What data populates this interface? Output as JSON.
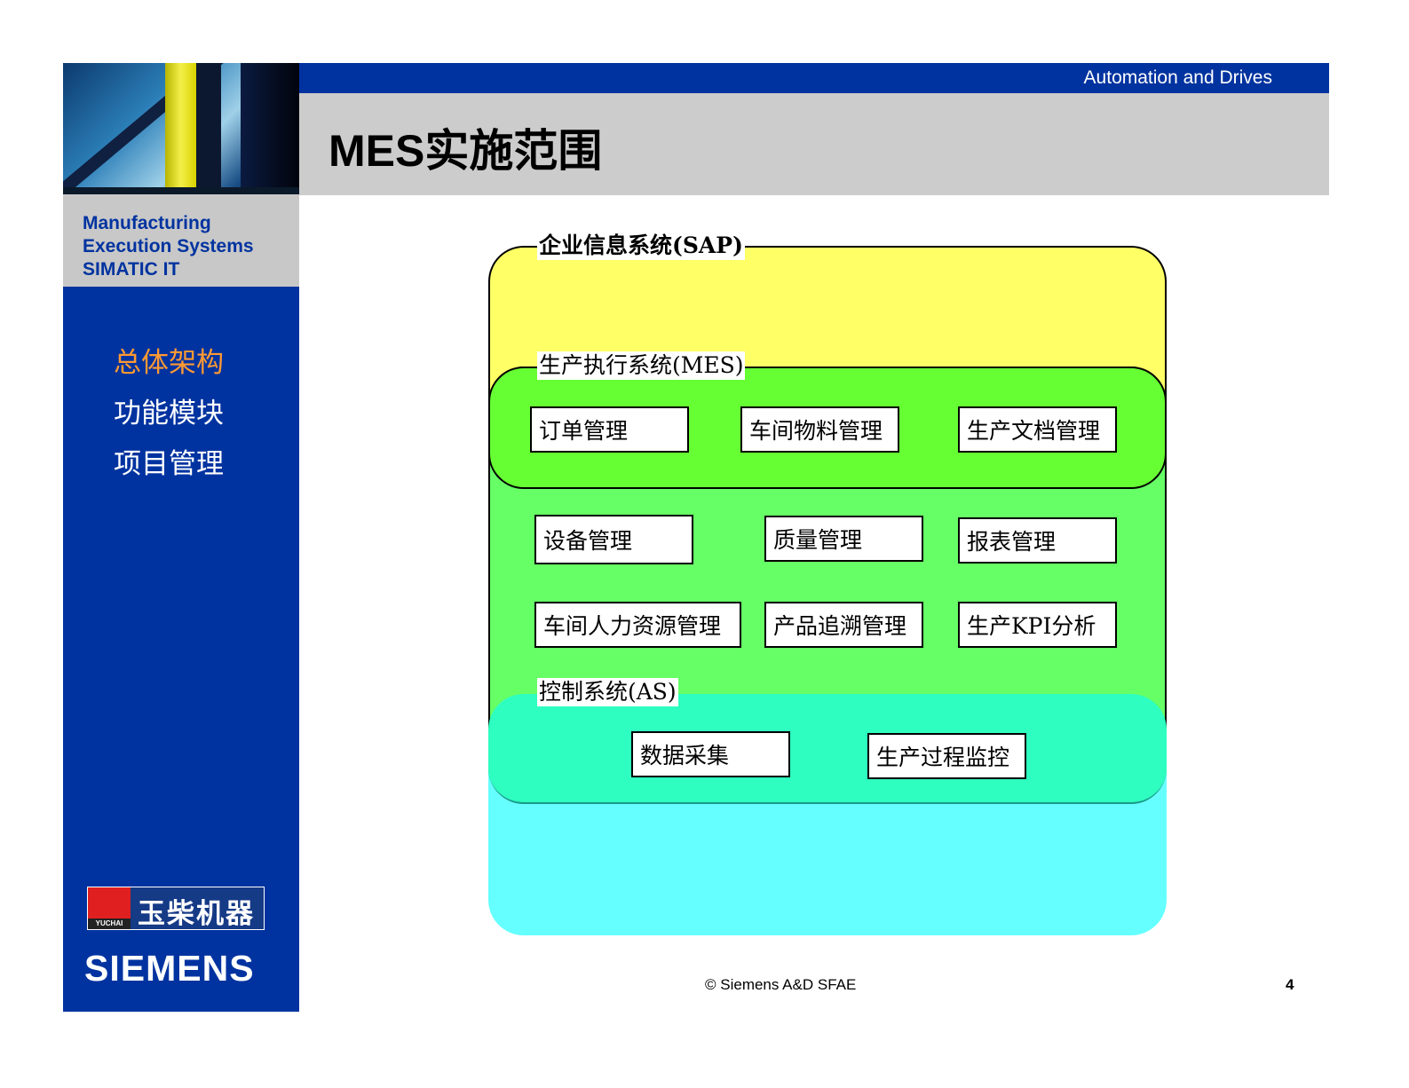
{
  "header": {
    "division": "Automation and Drives",
    "title": "MES实施范围"
  },
  "sidebar": {
    "product_lines": [
      "Manufacturing",
      "Execution Systems",
      "SIMATIC IT"
    ],
    "nav_items": [
      {
        "label": "总体架构",
        "active": true,
        "color": "#ff9933"
      },
      {
        "label": "功能模块",
        "active": false,
        "color": "#ffffff"
      },
      {
        "label": "项目管理",
        "active": false,
        "color": "#ffffff"
      }
    ],
    "partner_logo": {
      "text": "玉柴机器",
      "sub": "YUCHAI"
    },
    "brand_logo": "SIEMENS"
  },
  "diagram": {
    "layers": [
      {
        "id": "erp",
        "label": "企业信息系统(SAP)",
        "color": "#ffff66"
      },
      {
        "id": "mes",
        "label": "生产执行系统(MES)",
        "color": "#66ff33",
        "lower_color": "#66ff66"
      },
      {
        "id": "as",
        "label": "控制系统(AS)",
        "color": "#33ffc0",
        "lower_color": "#66ffff"
      }
    ],
    "mes_modules": [
      "订单管理",
      "车间物料管理",
      "生产文档管理",
      "设备管理",
      "质量管理",
      "报表管理",
      "车间人力资源管理",
      "产品追溯管理",
      "生产KPI分析"
    ],
    "as_modules": [
      "数据采集",
      "生产过程监控"
    ]
  },
  "footer": {
    "copyright": "© Siemens A&D SFAE",
    "page_number": "4"
  }
}
